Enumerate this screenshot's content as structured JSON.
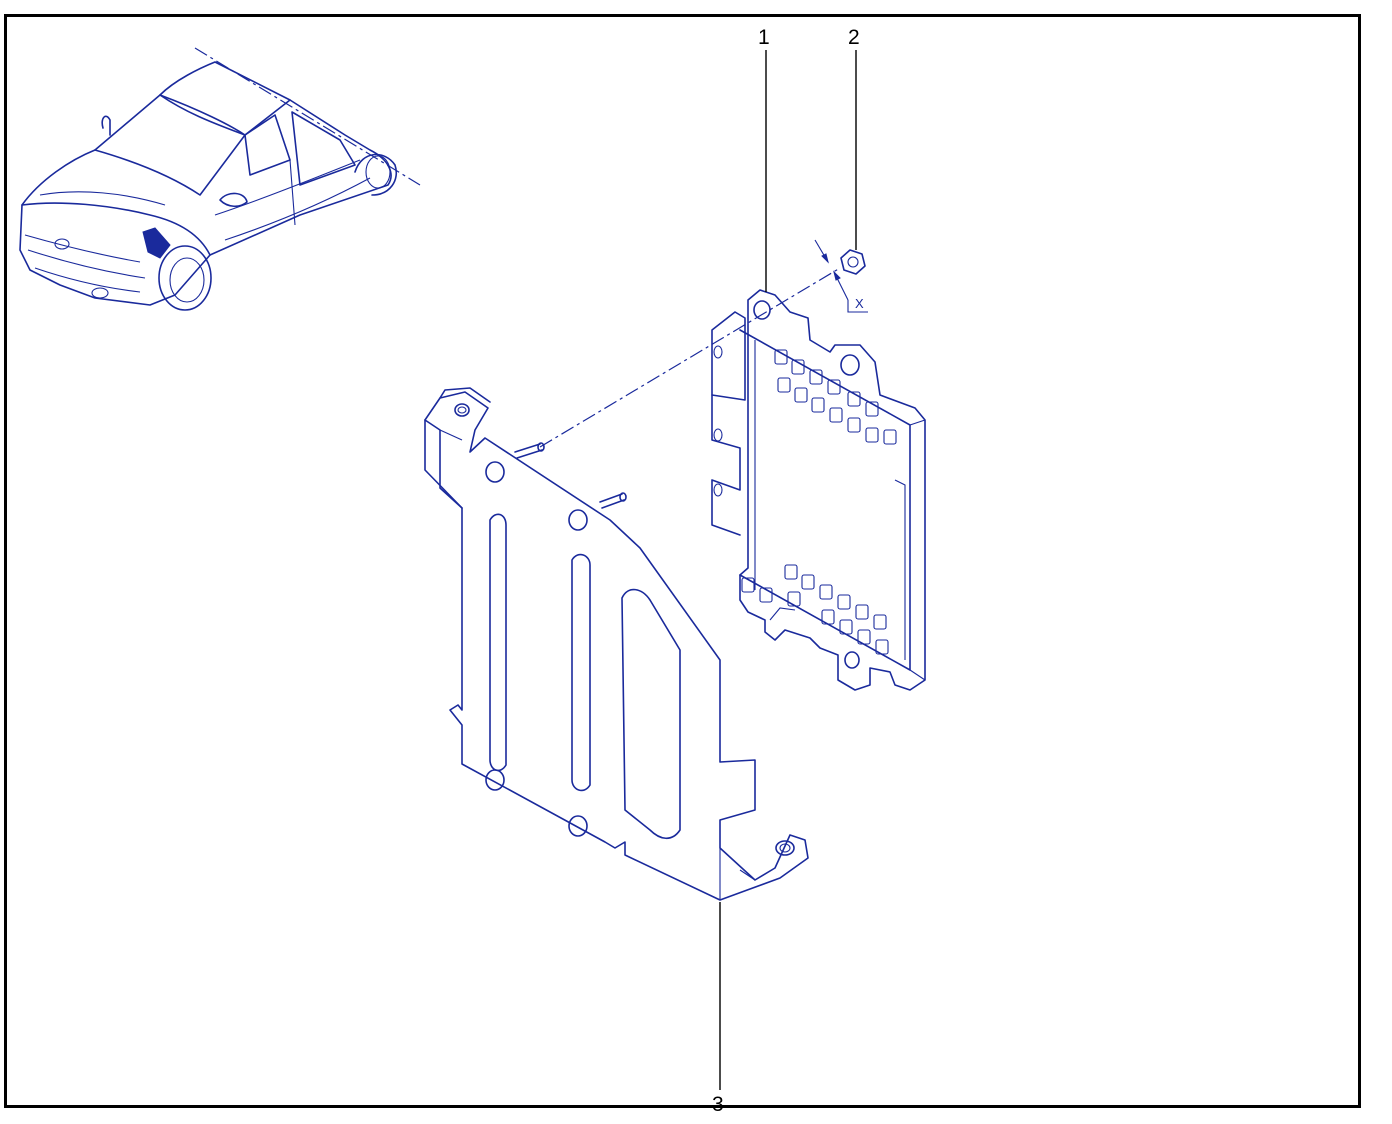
{
  "colors": {
    "ink": "#1a2a9c",
    "frame": "#000000",
    "background": "#ffffff"
  },
  "callouts": [
    {
      "id": "1",
      "label": "1"
    },
    {
      "id": "2",
      "label": "2"
    },
    {
      "id": "3",
      "label": "3"
    }
  ],
  "annotations": {
    "dimension_label": "X"
  },
  "icons": {
    "vehicle": "car-location-icon",
    "ecu": "control-unit-part",
    "nut": "nut-part",
    "bracket": "mounting-bracket-part"
  }
}
